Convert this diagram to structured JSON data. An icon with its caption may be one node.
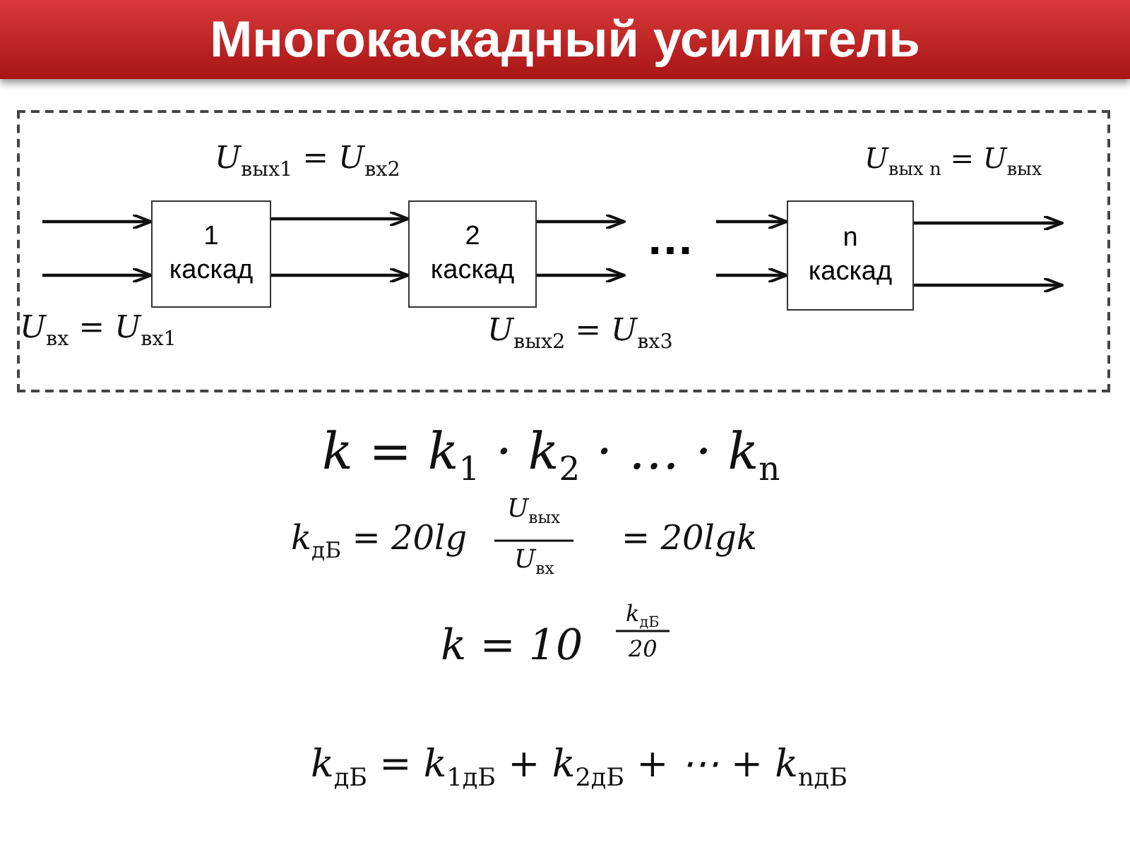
{
  "diagram": {
    "title": "Многокаскадный усилитель",
    "nodes": [
      {
        "text": [],
        "shape": "box"
      },
      {
        "text": [
          "1 каскад"
        ],
        "in": 0
      },
      {
        "text": [
          "2 каскад"
        ],
        "in": 0
      },
      {
        "text": [
          "…"
        ],
        "in": 0
      },
      {
        "text": [
          "n каскад"
        ],
        "in": 0
      }
    ],
    "edges": [
      {
        "from": null,
        "to": 1,
        "arrow": "to"
      },
      {
        "from": null,
        "to": 1,
        "arrow": "to"
      },
      {
        "from": 1,
        "to": 2,
        "arrow": "to"
      },
      {
        "from": 1,
        "to": 2,
        "arrow": "to"
      },
      {
        "from": 2,
        "to": 3,
        "arrow": "to"
      },
      {
        "from": 2,
        "to": 3,
        "arrow": "to"
      },
      {
        "from": 3,
        "to": 4,
        "arrow": "to"
      },
      {
        "from": 3,
        "to": 4,
        "arrow": "to"
      },
      {
        "from": 4,
        "to": null,
        "arrow": "to"
      },
      {
        "from": 4,
        "to": null,
        "arrow": "to"
      }
    ],
    "labels": [
      "U$_{вых1}$ = U$_{вх2}$",
      "U$_{вых n}$ = U$_{вых}$",
      "U$_{вх}$ = U$_{вх1}$",
      "U$_{вых2}$ = U$_{вх3}$",
      "k = k$_{1}$ · k$_{2}$ · … · k$_{n}$",
      "k$_{дБ}$ = 20lg",
      "U$_{вых}$",
      "U$_{вх}$",
      "= 20lgk",
      "k = 10",
      "k$_{дБ}$",
      "20",
      "k$_{дБ}$ = k$_{1дБ}$ + k$_{2дБ}$ + ⋯ + k$_{nдБ}$"
    ]
  }
}
